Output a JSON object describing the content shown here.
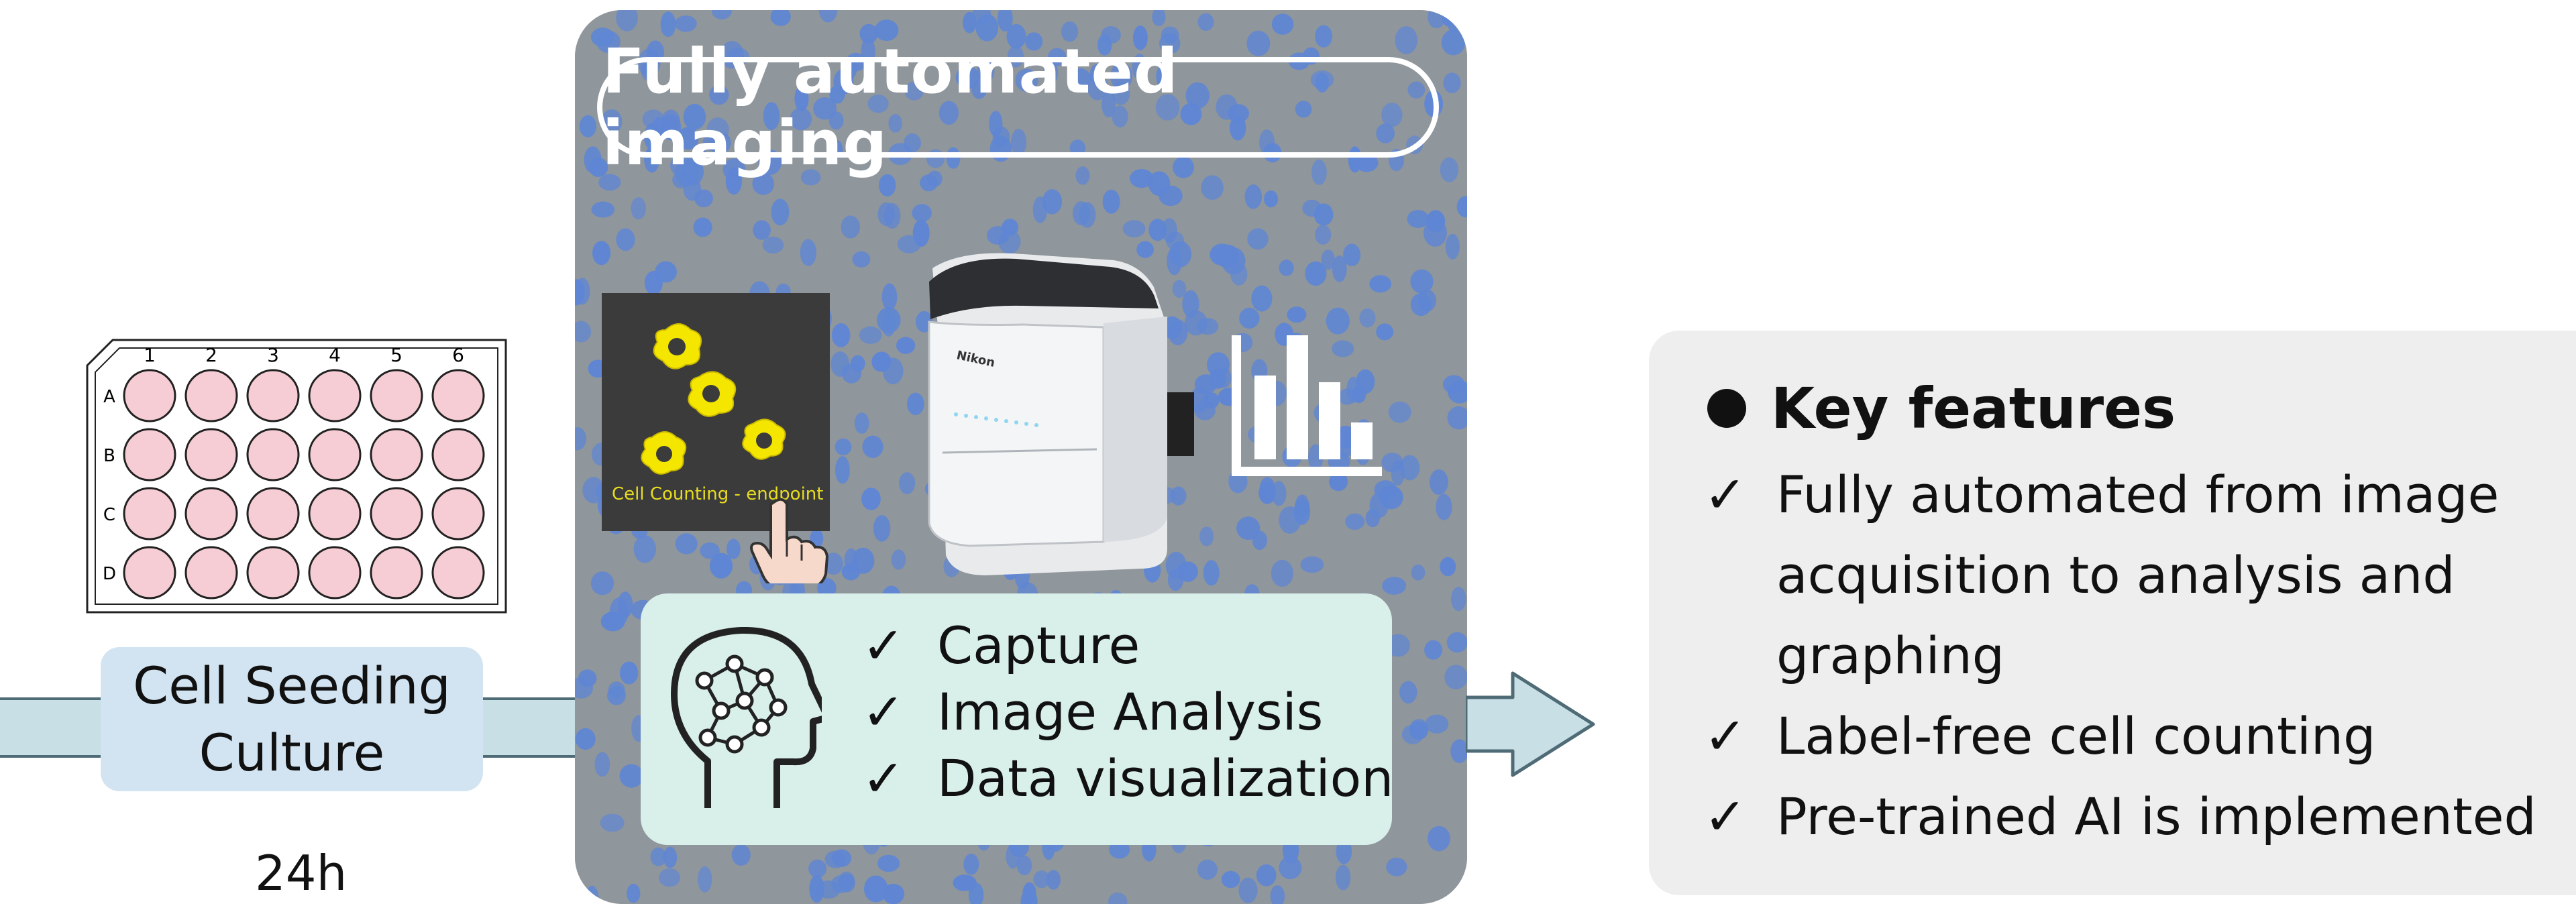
{
  "title": "Fully automated imaging",
  "plate": {
    "columns": [
      "1",
      "2",
      "3",
      "4",
      "5",
      "6"
    ],
    "rows": [
      "A",
      "B",
      "C",
      "D"
    ]
  },
  "seeding": {
    "line1": "Cell Seeding",
    "line2": "Culture"
  },
  "time_label": "24h",
  "cell_counting_label": "Cell Counting - endpoint",
  "device_brand": "Nikon",
  "steps": [
    "Capture",
    "Image Analysis",
    "Data visualization"
  ],
  "key_features": {
    "title": "Key features",
    "items": [
      {
        "lines": [
          "Fully automated from image",
          "acquisition to analysis and",
          "graphing"
        ]
      },
      {
        "lines": [
          "Label-free cell counting"
        ]
      },
      {
        "lines": [
          "Pre-trained AI is implemented"
        ]
      }
    ]
  },
  "check_mark": "✓",
  "colors": {
    "flow_arrow_fill": "#c9dfe6",
    "flow_arrow_stroke": "#4e6b76",
    "seed_box": "#d2e4f2",
    "well_fill": "#f6cdd4",
    "cell_blue": "#5f86d4",
    "cell_yellow": "#f5e600",
    "bottom_box": "#d9efe9",
    "key_box": "#eeeeee"
  }
}
